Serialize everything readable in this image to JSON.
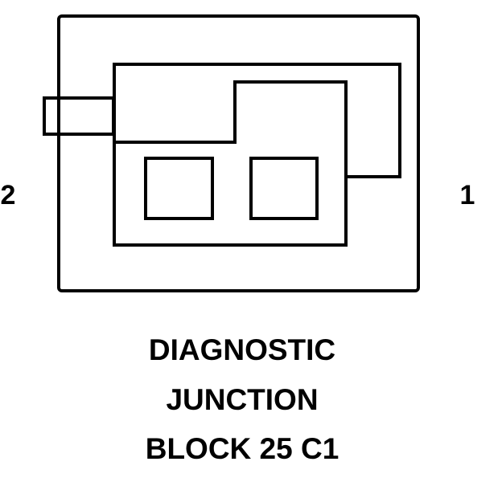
{
  "diagram": {
    "pin_labels": {
      "left": "2",
      "right": "1"
    },
    "title_lines": [
      "DIAGNOSTIC",
      "JUNCTION",
      "BLOCK 25 C1"
    ],
    "colors": {
      "stroke": "#000000",
      "background": "#ffffff",
      "text": "#000000"
    }
  }
}
